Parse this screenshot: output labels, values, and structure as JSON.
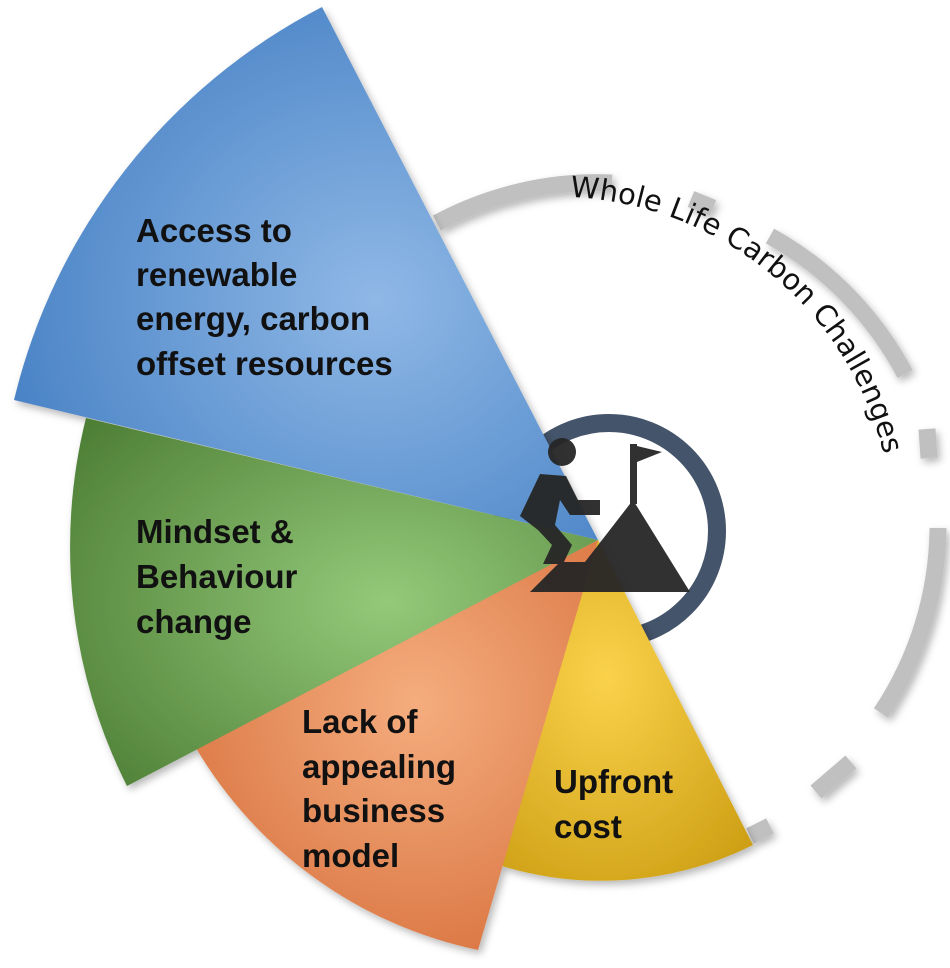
{
  "title": "Whole Life Carbon Challenges",
  "center_icon": "person-climbing-mountain-to-flag-icon",
  "segments": [
    {
      "id": "access",
      "lines": [
        "Access to",
        "renewable",
        "energy, carbon",
        "offset resources"
      ],
      "color_light": "#8fb8e6",
      "color_dark": "#3f7bc1"
    },
    {
      "id": "mindset",
      "lines": [
        "Mindset &",
        "Behaviour",
        "change"
      ],
      "color_light": "#94c97a",
      "color_dark": "#4d7e35"
    },
    {
      "id": "business",
      "lines": [
        "Lack of",
        "appealing",
        "business",
        "model"
      ],
      "color_light": "#f5ad7e",
      "color_dark": "#d46a36"
    },
    {
      "id": "cost",
      "lines": [
        "Upfront",
        "cost"
      ],
      "color_light": "#fad24a",
      "color_dark": "#c99a10"
    }
  ],
  "colors": {
    "center_ring": "#44546a",
    "outer_arc": "#c0c0c0",
    "icon": "#262626"
  }
}
